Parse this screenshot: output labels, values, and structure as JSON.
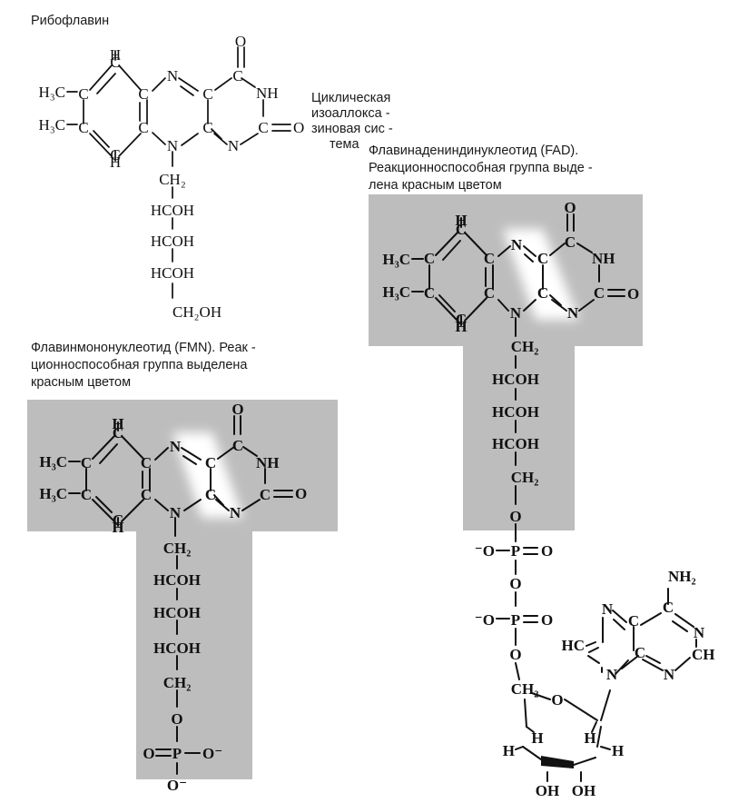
{
  "colors": {
    "ink": "#111111",
    "highlight_box": "#bdbdbd",
    "page": "#ffffff"
  },
  "riboflavin": {
    "title": "Рибофлавин",
    "ring_note": [
      "Циклическая",
      "изоаллокса -",
      "зиновая сис -",
      "тема"
    ],
    "methyl_1": "H₃C",
    "methyl_2": "H₃C",
    "carbon": "C",
    "nitrogen": "N",
    "hydrogen": "H",
    "oxygen": "O",
    "imide": "NH",
    "chain": [
      "CH₂",
      "HCOH",
      "HCOH",
      "HCOH",
      "CH₂OH"
    ]
  },
  "fmn": {
    "caption": [
      "Флавинмононуклеотид (FMN). Реак -",
      "ционноспособная группа выделена",
      "красным цветом"
    ],
    "methyl_1": "H₃C",
    "methyl_2": "H₃C",
    "carbon": "C",
    "nitrogen": "N",
    "hydrogen": "H",
    "oxygen": "O",
    "imide": "NH",
    "chain": [
      "CH₂",
      "HCOH",
      "HCOH",
      "HCOH",
      "CH₂"
    ],
    "ester_o": "O",
    "phosphate": {
      "oxo": "O",
      "p": "P",
      "anion": "O⁻",
      "bottom_anion": "O⁻"
    }
  },
  "fad": {
    "caption": [
      "Флавинадениндинуклеотид (FAD).",
      "Реакционноспособная группа выде -",
      "лена красным цветом"
    ],
    "methyl_1": "H₃C",
    "methyl_2": "H₃C",
    "carbon": "C",
    "nitrogen": "N",
    "hydrogen": "H",
    "oxygen": "O",
    "imide": "NH",
    "chain": [
      "CH₂",
      "HCOH",
      "HCOH",
      "HCOH",
      "CH₂"
    ],
    "ester_o": "O",
    "phosphate_1": {
      "anion": "⁻O",
      "p": "P",
      "oxo": "O"
    },
    "bridge_o": "O",
    "phosphate_2": {
      "anion": "⁻O",
      "p": "P",
      "oxo": "O"
    },
    "ribose": {
      "ester_o": "O",
      "ch2": "CH₂",
      "ring_o": "O",
      "h_left": "H",
      "h_right": "H",
      "h_c3": "H",
      "h_c2": "H",
      "oh_left": "OH",
      "oh_right": "OH"
    },
    "adenine": {
      "amine": "NH₂",
      "hc": "HC",
      "ch": "CH",
      "c": "C",
      "n": "N"
    }
  }
}
